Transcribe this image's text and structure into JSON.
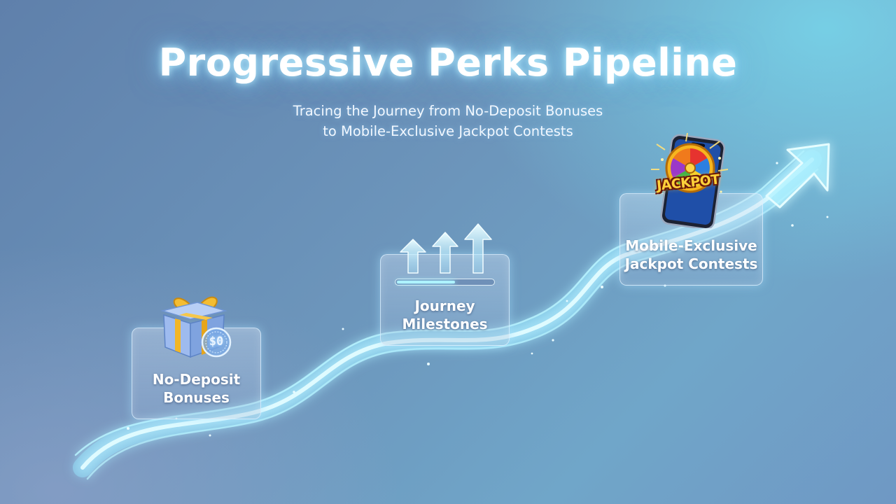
{
  "title": "Progressive Perks Pipeline",
  "subtitle": {
    "line1": "Tracing the Journey from No-Deposit Bonuses",
    "line2": "to Mobile-Exclusive Jackpot Contests"
  },
  "stages": [
    {
      "line1": "No-Deposit",
      "line2": "Bonuses",
      "icon": "gift-box-icon",
      "badge": "$0"
    },
    {
      "line1": "Journey",
      "line2": "Milestones",
      "icon": "up-arrows-icon",
      "progress": 0.6
    },
    {
      "line1": "Mobile-Exclusive",
      "line2": "Jackpot Contests",
      "icon": "phone-jackpot-wheel-icon",
      "badge": "JACKPOT"
    }
  ],
  "colors": {
    "glow": "#9df0ff",
    "ribbon_gold": "#f2b627",
    "gift_blue": "#7fa8e4",
    "jackpot_gold": "#ffd23a"
  }
}
